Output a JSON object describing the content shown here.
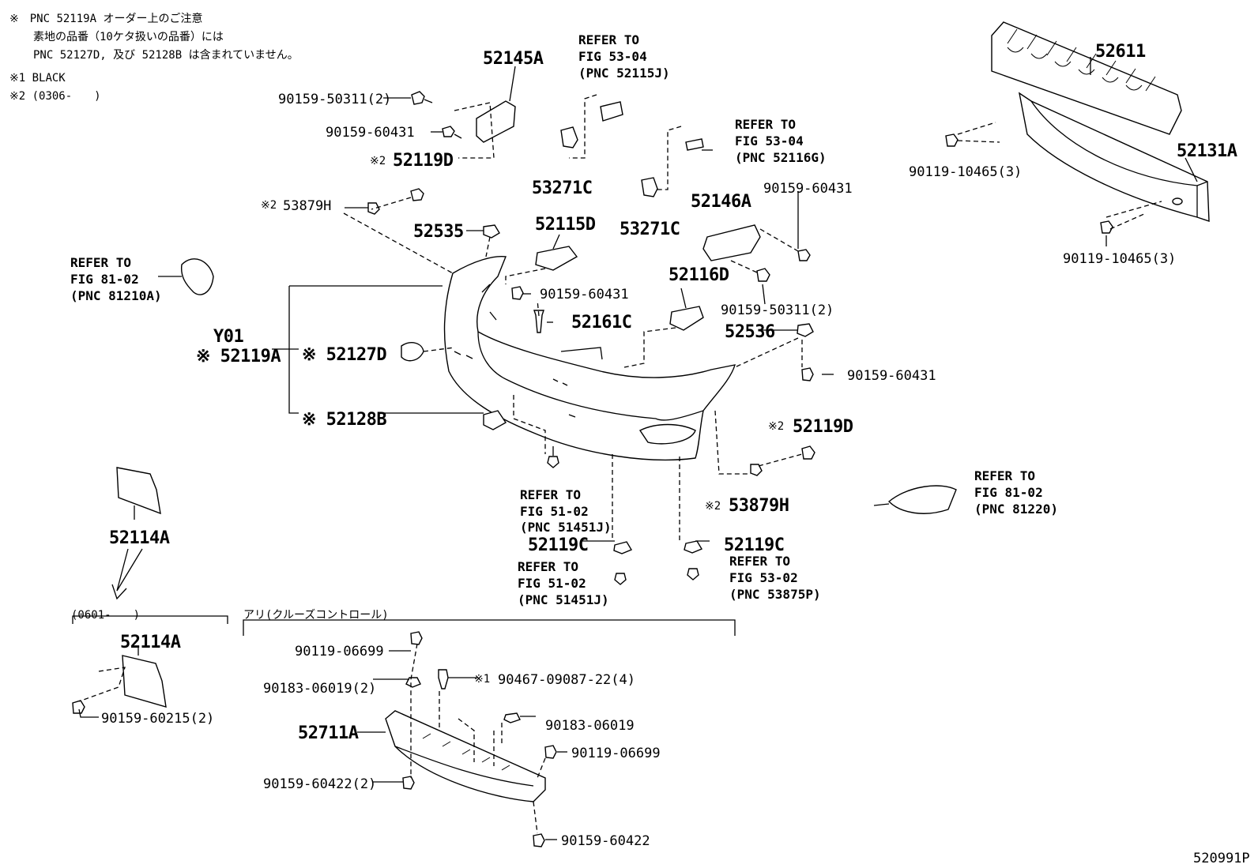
{
  "notes": {
    "line1": "※　PNC 52119A オーダー上のご注意",
    "line2": "素地の品番（10ケタ扱いの品番）には",
    "line3": "PNC 52127D, 及び 52128B は含まれていません。",
    "line4": "※1 BLACK",
    "line5": "※2 (0306-　　)"
  },
  "labels": {
    "p52145A": "52145A",
    "p50311a": "90159-50311(2)",
    "p60431a": "90159-60431",
    "mark2a": "※2",
    "p52119Da": "52119D",
    "mark2b": "※2",
    "p53879Ha": "53879H",
    "ref1": [
      "REFER TO",
      "FIG 53-04",
      "(PNC 52115J)"
    ],
    "p53271Ca": "53271C",
    "ref2": [
      "REFER TO",
      "FIG 53-04",
      "(PNC 52116G)"
    ],
    "p53271Cb": "53271C",
    "p52146A": "52146A",
    "p60431b": "90159-60431",
    "p52535": "52535",
    "p52115D": "52115D",
    "ref3": [
      "REFER TO",
      "FIG 81-02",
      "(PNC 81210A)"
    ],
    "p60431c": "90159-60431",
    "p52161C": "52161C",
    "p52116D": "52116D",
    "p50311b": "90159-50311(2)",
    "p52536": "52536",
    "p60431d": "90159-60431",
    "y01": "Y01",
    "p52119A": "※ 52119A",
    "p52127D": "※ 52127D",
    "p52128B": "※ 52128B",
    "mark2c": "※2",
    "p52119Db": "52119D",
    "mark2d": "※2",
    "p53879Hb": "53879H",
    "ref4": [
      "REFER TO",
      "FIG 51-02",
      "(PNC 51451J)"
    ],
    "p52119Ca": "52119C",
    "p52119Cb": "52119C",
    "ref5": [
      "REFER TO",
      "FIG 51-02",
      "(PNC 51451J)"
    ],
    "ref6": [
      "REFER TO",
      "FIG 53-02",
      "(PNC 53875P)"
    ],
    "ref7": [
      "REFER TO",
      "FIG 81-02",
      "(PNC 81220)"
    ],
    "p52611": "52611",
    "p52131A": "52131A",
    "p10465a": "90119-10465(3)",
    "p10465b": "90119-10465(3)",
    "p52114Aa": "52114A",
    "group1": "(0601-　　)",
    "p52114Ab": "52114A",
    "p60215": "90159-60215(2)",
    "group2": "アリ(クルーズコントロール)",
    "p06699a": "90119-06699",
    "p06019a": "90183-06019(2)",
    "mark1": "※1",
    "p09087": "90467-09087-22(4)",
    "p52711A": "52711A",
    "p06019b": "90183-06019",
    "p06699b": "90119-06699",
    "p60422a": "90159-60422(2)",
    "p60422b": "90159-60422",
    "diagram_id": "520991P"
  }
}
